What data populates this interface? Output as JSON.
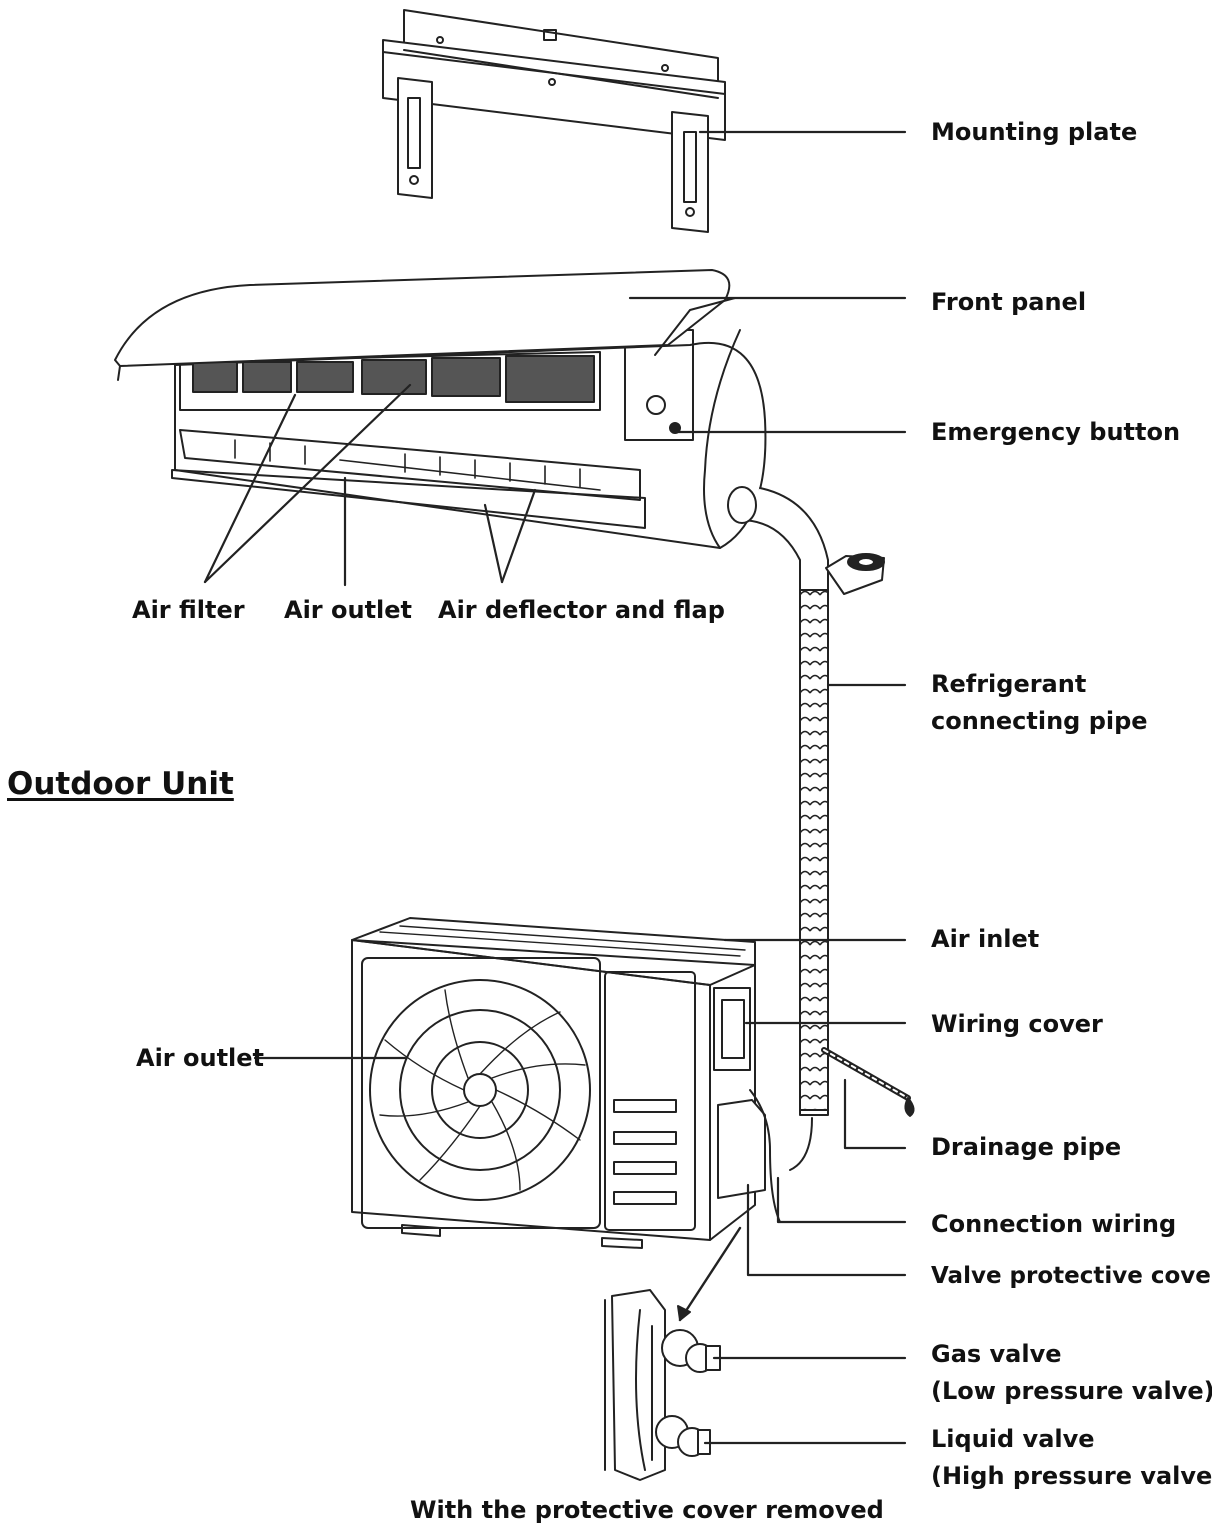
{
  "section_title": "Outdoor Unit",
  "caption": "With the protective cover removed",
  "labels": {
    "mounting_plate": "Mounting plate",
    "front_panel": "Front panel",
    "emergency_button": "Emergency button",
    "air_filter": "Air filter",
    "air_outlet_indoor": "Air outlet",
    "air_deflector": "Air deflector and flap",
    "refrigerant_pipe": [
      "Refrigerant",
      "connecting pipe"
    ],
    "air_inlet": "Air inlet",
    "air_outlet_outdoor": "Air outlet",
    "wiring_cover": "Wiring cover",
    "drainage_pipe": "Drainage pipe",
    "connection_wiring": "Connection wiring",
    "valve_protective_cover": "Valve protective cover",
    "gas_valve": [
      "Gas valve",
      "(Low pressure valve)"
    ],
    "liquid_valve": [
      "Liquid valve",
      "(High pressure valve)"
    ]
  }
}
